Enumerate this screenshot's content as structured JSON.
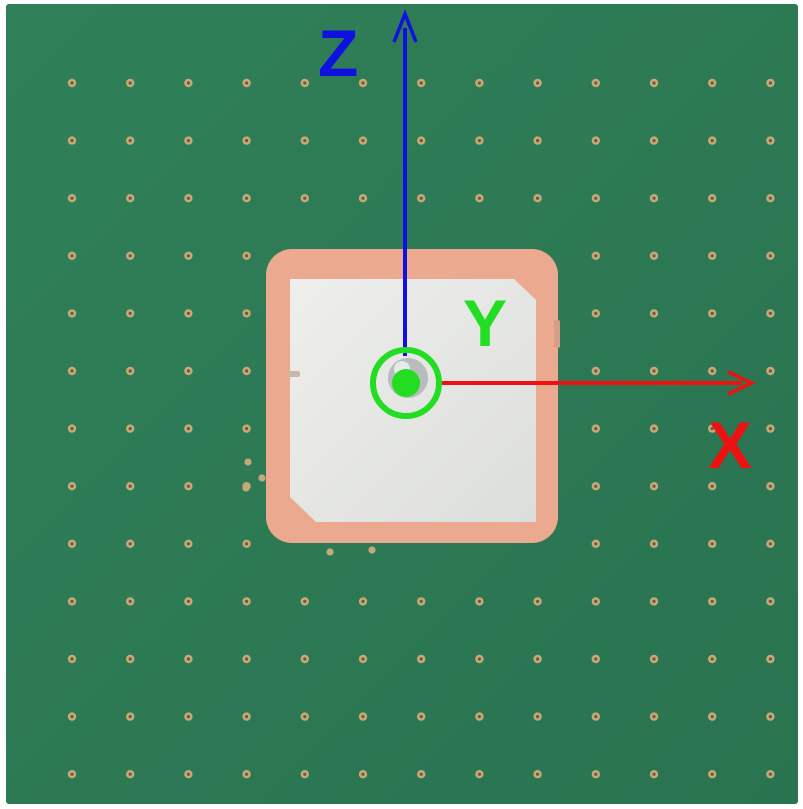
{
  "axes": {
    "z": {
      "label": "Z",
      "color": "#1010e0"
    },
    "x": {
      "label": "X",
      "color": "#ee1111"
    },
    "y": {
      "label": "Y",
      "color": "#22dd22"
    }
  },
  "colors": {
    "board": "#2e7d58",
    "board_shade": "#276c4c",
    "via_ring": "#c6a979",
    "via_hole": "#6d5a3c",
    "patch_substrate": "#eba98f",
    "patch_surface": "#e4e6e3",
    "background": "#ffffff"
  }
}
